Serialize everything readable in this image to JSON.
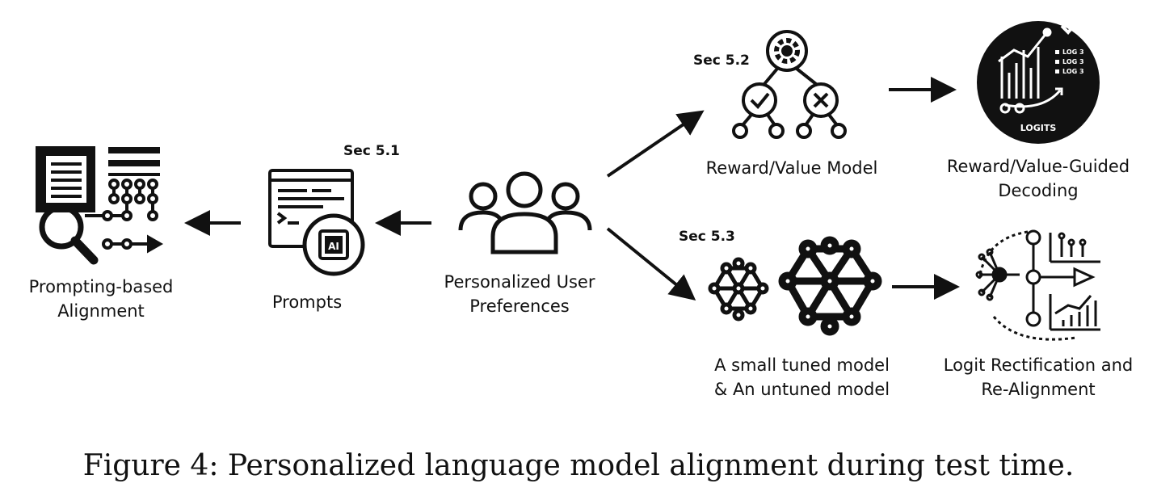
{
  "nodes": {
    "prompting_alignment": {
      "line1": "Prompting-based",
      "line2": "Alignment",
      "icon": "document-magnifier-circuit-icon"
    },
    "prompts": {
      "line1": "Prompts",
      "icon": "prompt-window-ai-chip-icon"
    },
    "user_preferences": {
      "line1": "Personalized User",
      "line2": "Preferences",
      "icon": "user-group-icon"
    },
    "reward_model": {
      "line1": "Reward/Value Model",
      "icon": "gear-decision-tree-icon"
    },
    "guided_decoding": {
      "line1": "Reward/Value-Guided",
      "line2": "Decoding",
      "icon": "logits-chart-icon",
      "badge": "LOGITS"
    },
    "tuned_untuned": {
      "line1": "A small tuned model",
      "line2": "& An untuned model",
      "icon": "neural-network-pair-icon"
    },
    "logit_rectification": {
      "line1": "Logit Rectification and",
      "line2": "Re-Alignment",
      "icon": "network-to-charts-icon"
    }
  },
  "sections": {
    "s51": "Sec 5.1",
    "s52": "Sec 5.2",
    "s53": "Sec 5.3"
  },
  "caption": "Figure 4: Personalized language model alignment during test time."
}
